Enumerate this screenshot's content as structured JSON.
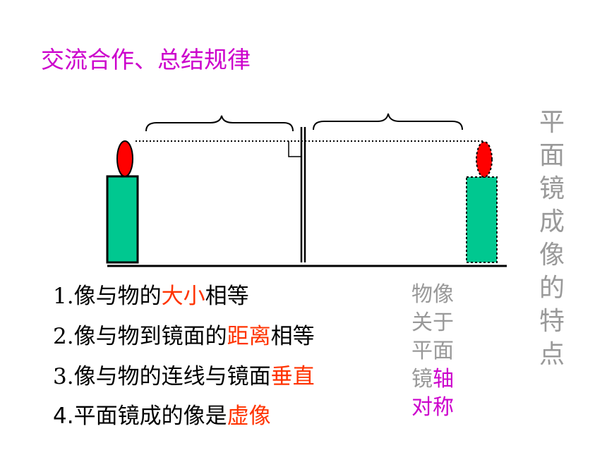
{
  "title": "交流合作、总结规律",
  "rules": [
    {
      "num": "1.",
      "pre": "像与物的",
      "hl": "大小",
      "post": "相等"
    },
    {
      "num": "2.",
      "pre": "像与物到镜面的",
      "hl": "距离",
      "post": "相等"
    },
    {
      "num": "3.",
      "pre": "像与物的连线与镜面",
      "hl": "垂直",
      "post": ""
    },
    {
      "num": "4.",
      "pre": "平面镜成的像是",
      "hl": "虚像",
      "post": ""
    }
  ],
  "side_title": [
    "平",
    "面",
    "镜",
    "成",
    "像",
    "的",
    "特",
    "点"
  ],
  "symmetry_note": {
    "gray_part": "物像关于平面镜",
    "purple_part": "轴对称"
  },
  "colors": {
    "title": "#cc00cc",
    "highlight": "#ff3300",
    "gray": "#999999",
    "candle_body": "#00c890",
    "flame": "#ff0000"
  }
}
